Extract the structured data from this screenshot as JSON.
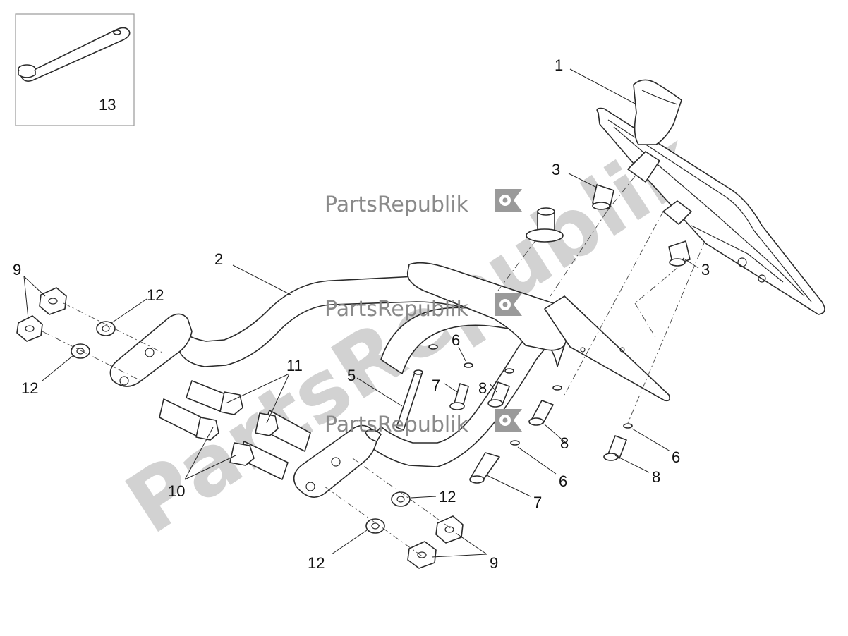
{
  "watermark": {
    "brand": "PartsRepublik",
    "repeat_count": 3,
    "colors": {
      "text": "#8a8a8a",
      "big": "#d2d2d2",
      "flag": "#9a9a9a"
    }
  },
  "inset": {
    "part_number": "13",
    "border_color": "#9a9a9a"
  },
  "callouts": [
    {
      "id": "c1",
      "text": "1"
    },
    {
      "id": "c2",
      "text": "2"
    },
    {
      "id": "c3a",
      "text": "3"
    },
    {
      "id": "c3b",
      "text": "3"
    },
    {
      "id": "c5",
      "text": "5"
    },
    {
      "id": "c6a",
      "text": "6"
    },
    {
      "id": "c6b",
      "text": "6"
    },
    {
      "id": "c6c",
      "text": "6"
    },
    {
      "id": "c7a",
      "text": "7"
    },
    {
      "id": "c7b",
      "text": "7"
    },
    {
      "id": "c8a",
      "text": "8"
    },
    {
      "id": "c8b",
      "text": "8"
    },
    {
      "id": "c8c",
      "text": "8"
    },
    {
      "id": "c9a",
      "text": "9"
    },
    {
      "id": "c9b",
      "text": "9"
    },
    {
      "id": "c10",
      "text": "10"
    },
    {
      "id": "c11",
      "text": "11"
    },
    {
      "id": "c12a",
      "text": "12"
    },
    {
      "id": "c12b",
      "text": "12"
    },
    {
      "id": "c12c",
      "text": "12"
    },
    {
      "id": "c12d",
      "text": "12"
    }
  ]
}
